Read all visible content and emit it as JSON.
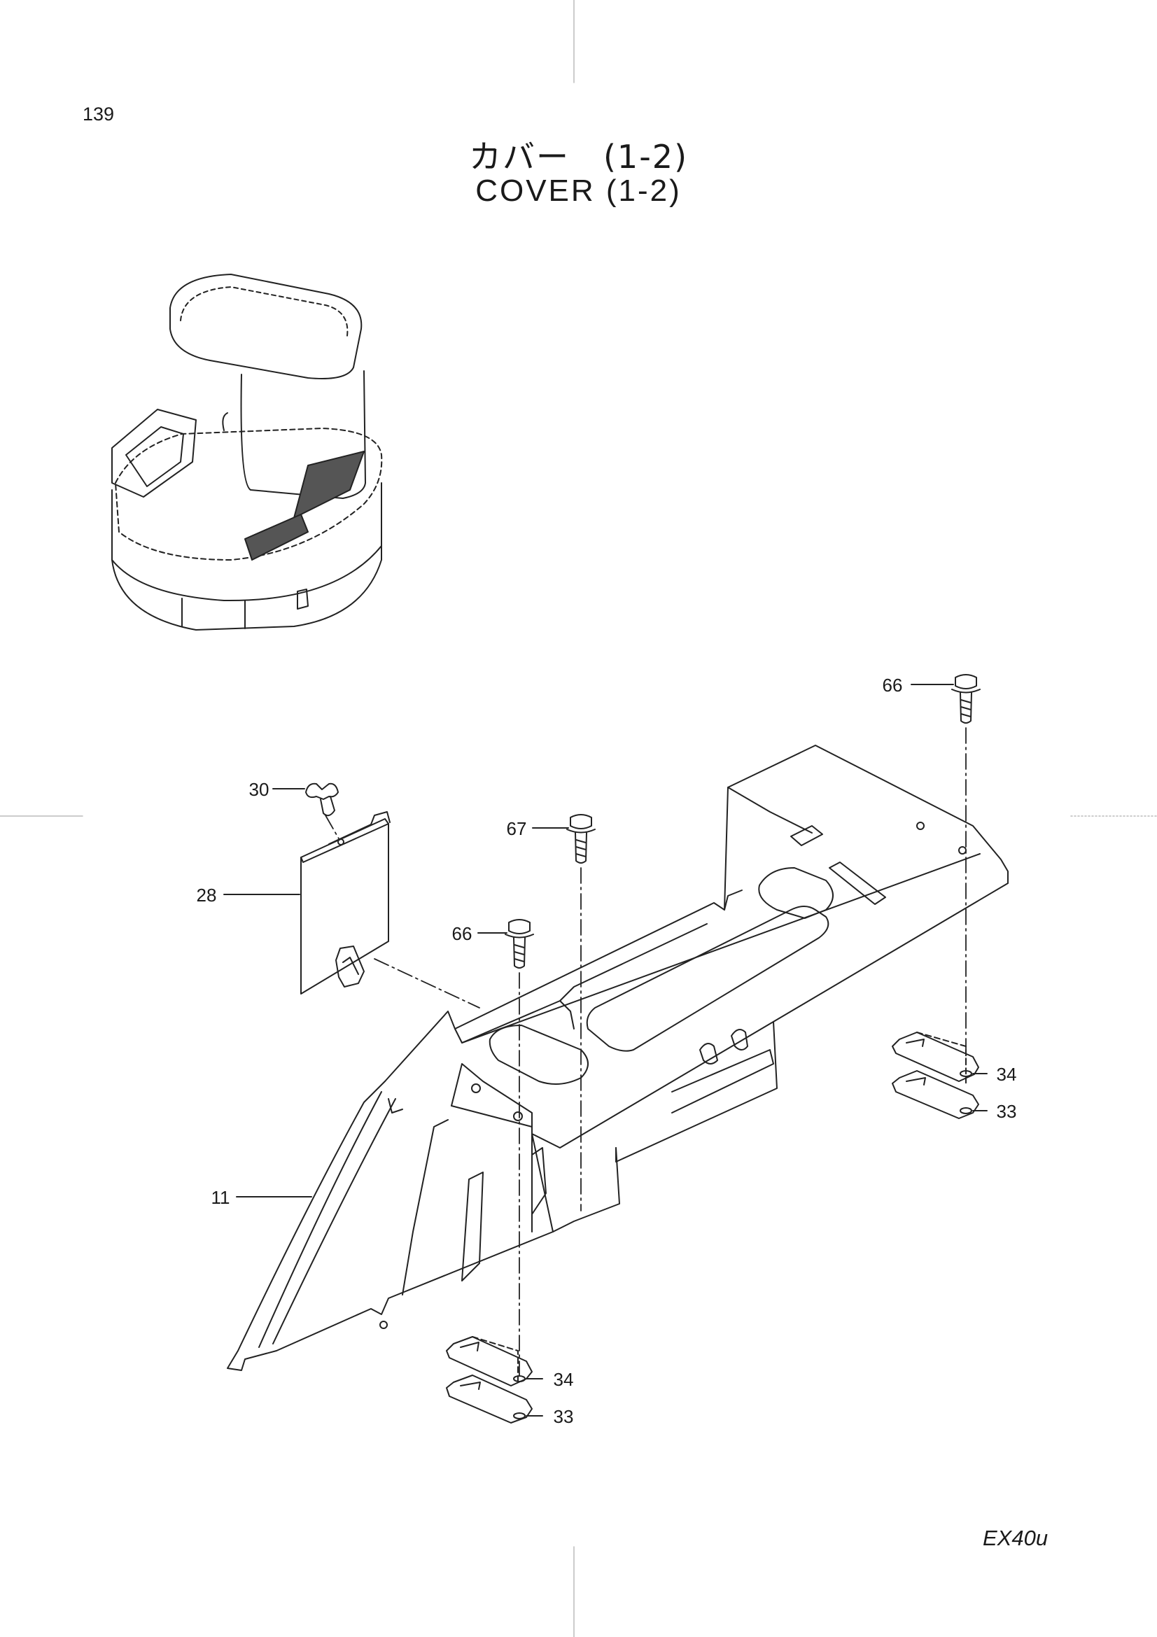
{
  "page": {
    "number": "139"
  },
  "title": {
    "japanese": "カバー　(1-2)",
    "english": "COVER  (1-2)"
  },
  "model": "EX40u",
  "callouts": [
    {
      "id": "66-top",
      "label": "66"
    },
    {
      "id": "30",
      "label": "30"
    },
    {
      "id": "67",
      "label": "67"
    },
    {
      "id": "28",
      "label": "28"
    },
    {
      "id": "66-mid",
      "label": "66"
    },
    {
      "id": "34-right",
      "label": "34"
    },
    {
      "id": "33-right",
      "label": "33"
    },
    {
      "id": "11",
      "label": "11"
    },
    {
      "id": "34-bottom",
      "label": "34"
    },
    {
      "id": "33-bottom",
      "label": "33"
    }
  ]
}
